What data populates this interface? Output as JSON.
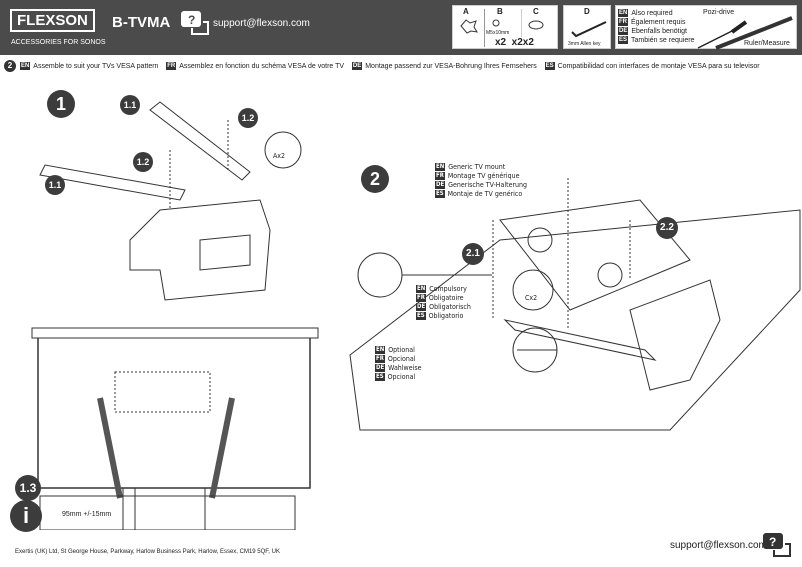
{
  "header": {
    "brand": "FLEXSON",
    "tagline": "ACCESSORIES FOR SONOS",
    "model": "B-TVMA",
    "support_email": "support@flexson.com",
    "help_icon": "question-chat-icon",
    "parts": [
      {
        "letter": "A",
        "label": ""
      },
      {
        "letter": "B",
        "label": "M5x10mm"
      },
      {
        "letter": "C",
        "label": ""
      }
    ],
    "parts_qty": "x2  x2x2",
    "tool_d": {
      "letter": "D",
      "label": "3mm Allen key"
    },
    "also_required": [
      {
        "lang": "EN",
        "text": "Also required"
      },
      {
        "lang": "FR",
        "text": "Également requis"
      },
      {
        "lang": "DE",
        "text": "Ebenfalls benötigt"
      },
      {
        "lang": "ES",
        "text": "También se requiere"
      }
    ],
    "tool_labels": {
      "screwdriver": "Pozi-drive",
      "ruler": "Ruler/Measure"
    }
  },
  "step_line": {
    "number": "2",
    "items": [
      {
        "lang": "EN",
        "text": "Assemble to suit your TVs VESA pattern"
      },
      {
        "lang": "FR",
        "text": "Assemblez en fonction du schéma VESA de votre TV"
      },
      {
        "lang": "DE",
        "text": "Montage passend zur VESA-Bohrung Ihres Fernsehers"
      },
      {
        "lang": "ES",
        "text": "Compatibilidad con interfaces de montaje VESA para su televisor"
      }
    ]
  },
  "diagram1": {
    "step": "1",
    "sub1": "1.1",
    "sub2": "1.2",
    "qty": "Ax2",
    "sub3": "1.3",
    "measure": "95mm +/-15mm",
    "info": "i"
  },
  "diagram2": {
    "step": "2",
    "sub1": "2.1",
    "sub2": "2.2",
    "qty": "Cx2",
    "generic": [
      {
        "lang": "EN",
        "text": "Generic TV mount"
      },
      {
        "lang": "FR",
        "text": "Montage TV générique"
      },
      {
        "lang": "DE",
        "text": "Generische TV-Halterung"
      },
      {
        "lang": "ES",
        "text": "Montaje de TV genérico"
      }
    ],
    "compulsory": [
      {
        "lang": "EN",
        "text": "Compulsory"
      },
      {
        "lang": "FR",
        "text": "Obligatoire"
      },
      {
        "lang": "DE",
        "text": "Obligatorisch"
      },
      {
        "lang": "ES",
        "text": "Obligatorio"
      }
    ],
    "optional": [
      {
        "lang": "EN",
        "text": "Optional"
      },
      {
        "lang": "FR",
        "text": "Opcional"
      },
      {
        "lang": "DE",
        "text": "Wahlweise"
      },
      {
        "lang": "ES",
        "text": "Opcional"
      }
    ]
  },
  "footer": {
    "address": "Exertis (UK) Ltd, St George House, Parkway, Harlow Business Park, Harlow, Essex, CM19 5QF, UK",
    "support_email": "support@flexson.com"
  }
}
